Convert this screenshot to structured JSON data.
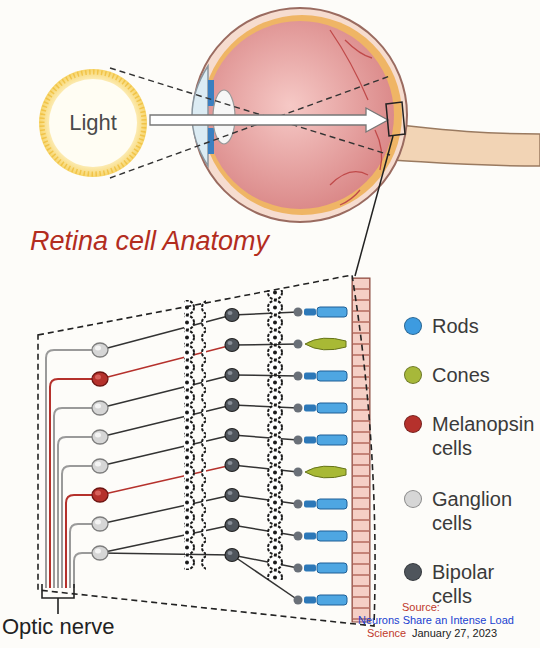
{
  "diagram": {
    "title": "Retina cell Anatomy",
    "nodes": [
      {
        "text": [
          "Light"
        ]
      }
    ],
    "labels": [
      "Optic nerve",
      "Source:",
      "Neurons Share an Intense Load",
      "Science",
      "January 27, 2023"
    ],
    "legend": [
      {
        "text": "Rods",
        "color": "#3d9be0"
      },
      {
        "text": "Cones",
        "color": "#a7b83a"
      },
      {
        "text": "Melanopsin cells",
        "color": "#b5312c"
      },
      {
        "text": "Ganglion cells",
        "color": "#d6d6d6"
      },
      {
        "text": "Bipolar cells",
        "color": "#4f555c"
      }
    ]
  }
}
